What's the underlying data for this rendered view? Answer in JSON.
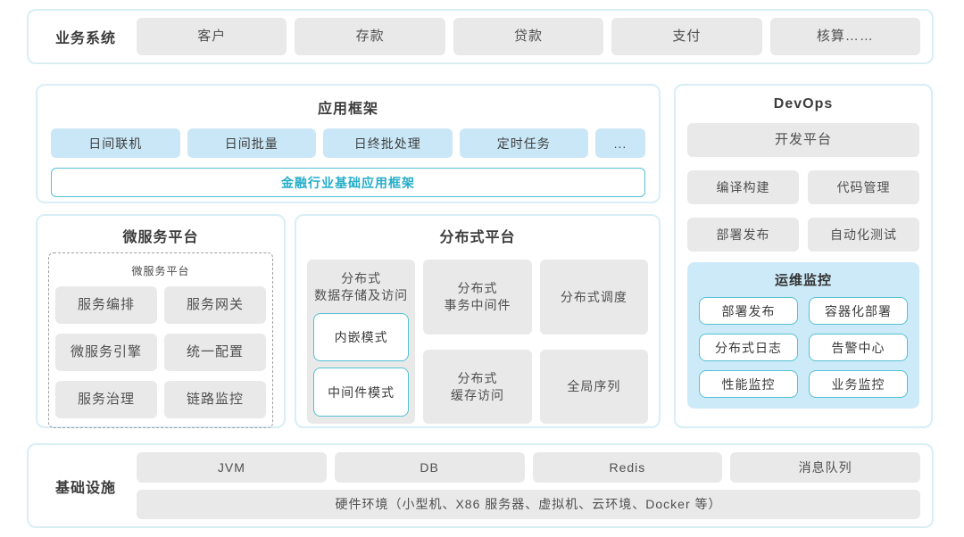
{
  "colors": {
    "panel_border": "#d8eef5",
    "box_gray": "#e9e9e9",
    "box_blue": "#c9e7f7",
    "teal_border": "#54c1d4",
    "teal_text": "#25aec9",
    "monitor_bg": "#cdeaf8"
  },
  "business": {
    "label": "业务系统",
    "items": [
      "客户",
      "存款",
      "贷款",
      "支付",
      "核算……"
    ]
  },
  "app_framework": {
    "title": "应用框架",
    "items": [
      "日间联机",
      "日间批量",
      "日终批处理",
      "定时任务",
      "..."
    ],
    "base_framework": "金融行业基础应用框架"
  },
  "devops": {
    "title": "DevOps",
    "dev_platform": "开发平台",
    "tools": [
      "编译构建",
      "代码管理",
      "部署发布",
      "自动化测试"
    ],
    "monitor": {
      "title": "运维监控",
      "items": [
        "部署发布",
        "容器化部署",
        "分布式日志",
        "告警中心",
        "性能监控",
        "业务监控"
      ]
    }
  },
  "microservice": {
    "title": "微服务平台",
    "inner_title": "微服务平台",
    "items": [
      "服务编排",
      "服务网关",
      "微服务引擎",
      "统一配置",
      "服务治理",
      "链路监控"
    ]
  },
  "distributed": {
    "title": "分布式平台",
    "storage": {
      "label": "分布式\n数据存储及访问",
      "modes": [
        "内嵌模式",
        "中间件模式"
      ]
    },
    "cells": [
      "分布式\n事务中间件",
      "分布式调度",
      "分布式\n缓存访问",
      "全局序列"
    ]
  },
  "infrastructure": {
    "label": "基础设施",
    "items": [
      "JVM",
      "DB",
      "Redis",
      "消息队列"
    ],
    "hardware": "硬件环境（小型机、X86 服务器、虚拟机、云环境、Docker 等）"
  }
}
